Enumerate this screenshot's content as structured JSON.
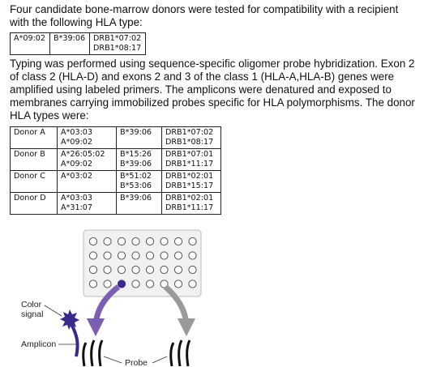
{
  "intro": {
    "line1": "Four candidate bone-marrow donors were tested for compatibility with a recipient",
    "line2": "with the following HLA type:"
  },
  "recipient": {
    "cells": [
      [
        "A*09:02"
      ],
      [
        "B*39:06"
      ],
      [
        "DRB1*07:02",
        "DRB1*08:17"
      ]
    ]
  },
  "method": {
    "lines": [
      "Typing was performed using sequence-specific oligomer probe hybridization. Exon 2",
      "of class 2 (HLA-D) and exons 2 and 3 of the class 1 (HLA-A,HLA-B) genes were",
      "amplified using labeled primers. The amplicons were denatured and exposed to",
      "membranes carrying immobilized probes specific for HLA polymorphisms. The donor",
      "HLA types were:"
    ]
  },
  "donors": [
    {
      "name": "Donor A",
      "a": [
        "A*03:03",
        "A*09:02"
      ],
      "b": [
        "B*39:06"
      ],
      "drb1": [
        "DRB1*07:02",
        "DRB1*08:17"
      ]
    },
    {
      "name": "Donor B",
      "a": [
        "A*26:05:02",
        "A*09:02"
      ],
      "b": [
        "B*15:26",
        "B*39:06"
      ],
      "drb1": [
        "DRB1*07:01",
        "DRB1*11:17"
      ]
    },
    {
      "name": "Donor C",
      "a": [
        "A*03:02"
      ],
      "b": [
        "B*51:02",
        "B*53:06"
      ],
      "drb1": [
        "DRB1*02:01",
        "DRB1*15:17"
      ]
    },
    {
      "name": "Donor D",
      "a": [
        "A*03:03",
        "A*31:07"
      ],
      "b": [
        "B*39:06"
      ],
      "drb1": [
        "DRB1*02:01",
        "DRB1*11:17"
      ]
    }
  ],
  "figure": {
    "color_signal_label_1": "Color",
    "color_signal_label_2": "signal",
    "amplicon_label": "Amplicon",
    "probe_label": "Probe",
    "colors": {
      "signal": "#3b2a8c",
      "arrow_left": "#7a5fb5",
      "arrow_right": "#9a9a9a",
      "membrane": "#f1f1f1"
    },
    "grid": {
      "rows": 4,
      "cols": 8,
      "filled_row": 3,
      "filled_col": 2
    }
  }
}
